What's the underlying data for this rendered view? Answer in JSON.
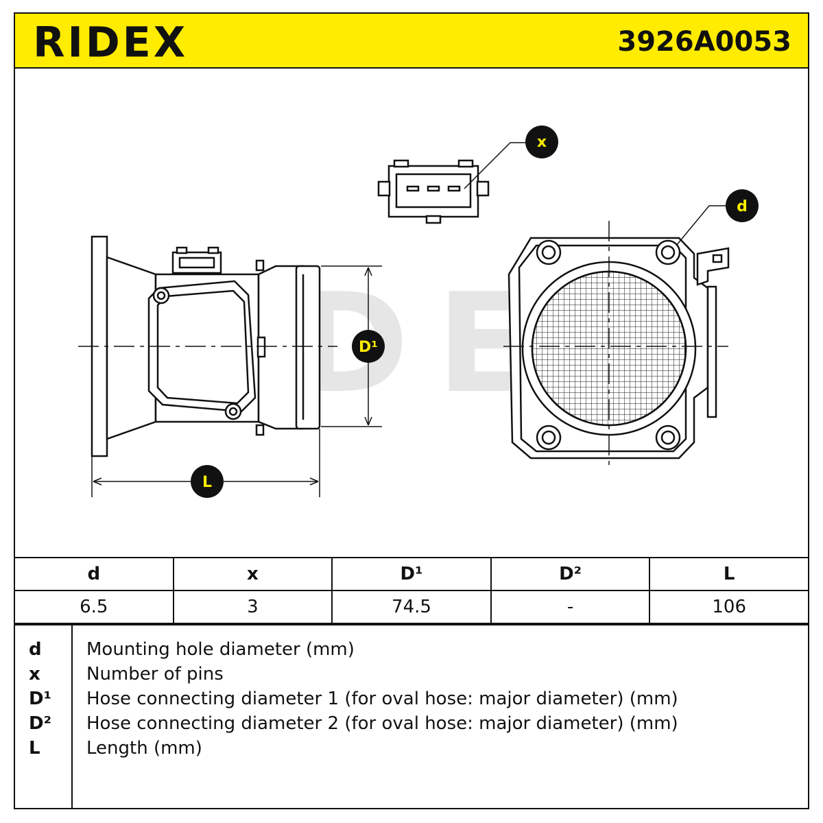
{
  "header": {
    "brand": "RIDEX",
    "part_number": "3926A0053"
  },
  "drawing": {
    "watermark": "RIDEX",
    "labels": {
      "x": "x",
      "d": "d",
      "D1": "D¹",
      "L": "L"
    }
  },
  "colors": {
    "accent_yellow": "#ffec00",
    "line": "#111111",
    "watermark_gray": "#e6e6e6"
  },
  "table": {
    "headers": [
      "d",
      "x",
      "D¹",
      "D²",
      "L"
    ],
    "values": [
      "6.5",
      "3",
      "74.5",
      "-",
      "106"
    ]
  },
  "legend": {
    "items": [
      {
        "key": "d",
        "desc": "Mounting hole diameter (mm)"
      },
      {
        "key": "x",
        "desc": "Number of pins"
      },
      {
        "key": "D¹",
        "desc": "Hose connecting diameter 1 (for oval hose: major diameter) (mm)"
      },
      {
        "key": "D²",
        "desc": "Hose connecting diameter 2 (for oval hose: major diameter) (mm)"
      },
      {
        "key": "L",
        "desc": "Length (mm)"
      }
    ]
  }
}
